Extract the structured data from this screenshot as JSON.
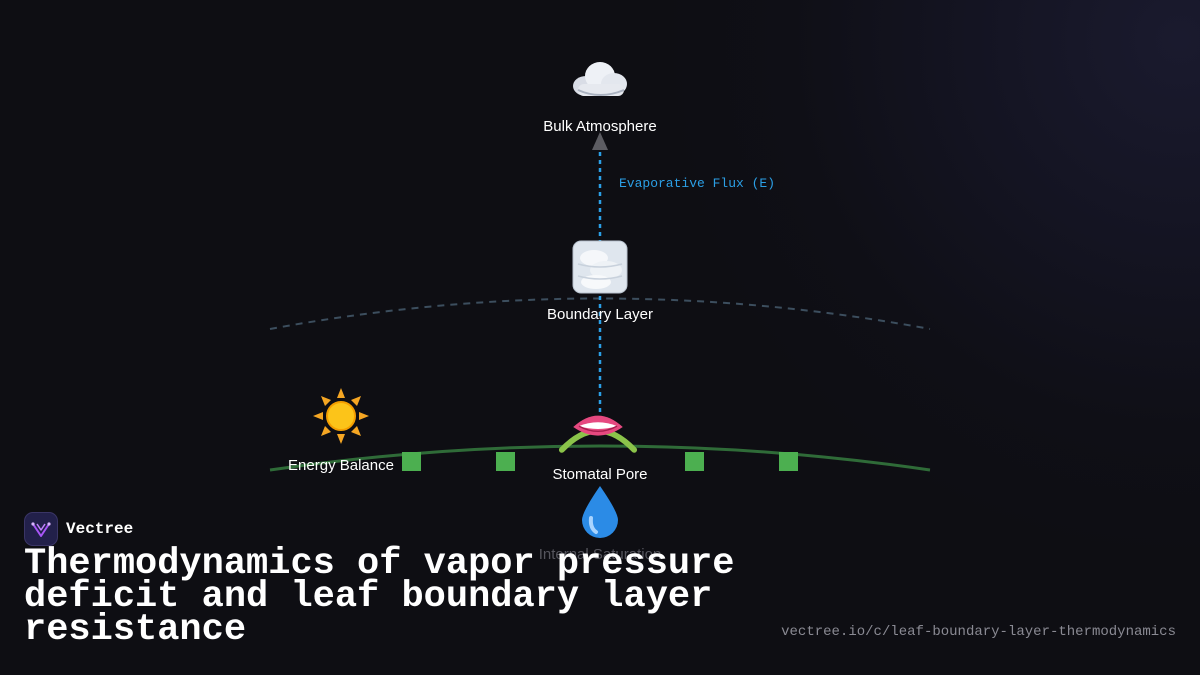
{
  "brand": {
    "name": "Vectree",
    "accent_color": "#a855f7"
  },
  "title": "Thermodynamics of vapor pressure deficit and leaf boundary layer resistance",
  "url": "vectree.io/c/leaf-boundary-layer-thermodynamics",
  "diagram": {
    "nodes": {
      "bulk_atmosphere": {
        "label": "Bulk Atmosphere",
        "icon": "cloud-icon"
      },
      "boundary_layer": {
        "label": "Boundary Layer",
        "icon": "fog-icon"
      },
      "energy_balance": {
        "label": "Energy Balance",
        "icon": "sun-icon"
      },
      "stomatal_pore": {
        "label": "Stomatal Pore",
        "icon": "mouth-icon"
      },
      "internal_saturation": {
        "label": "Internal Saturation",
        "icon": "droplet-icon"
      }
    },
    "flux_label": "Evaporative Flux (E)"
  },
  "colors": {
    "flux": "#2b9fe6",
    "leaf_surface": "#2f6b38",
    "stomata": "#4caf50",
    "boundary_curve": "#3c4e5e",
    "arrow_head": "#5c5c62"
  }
}
